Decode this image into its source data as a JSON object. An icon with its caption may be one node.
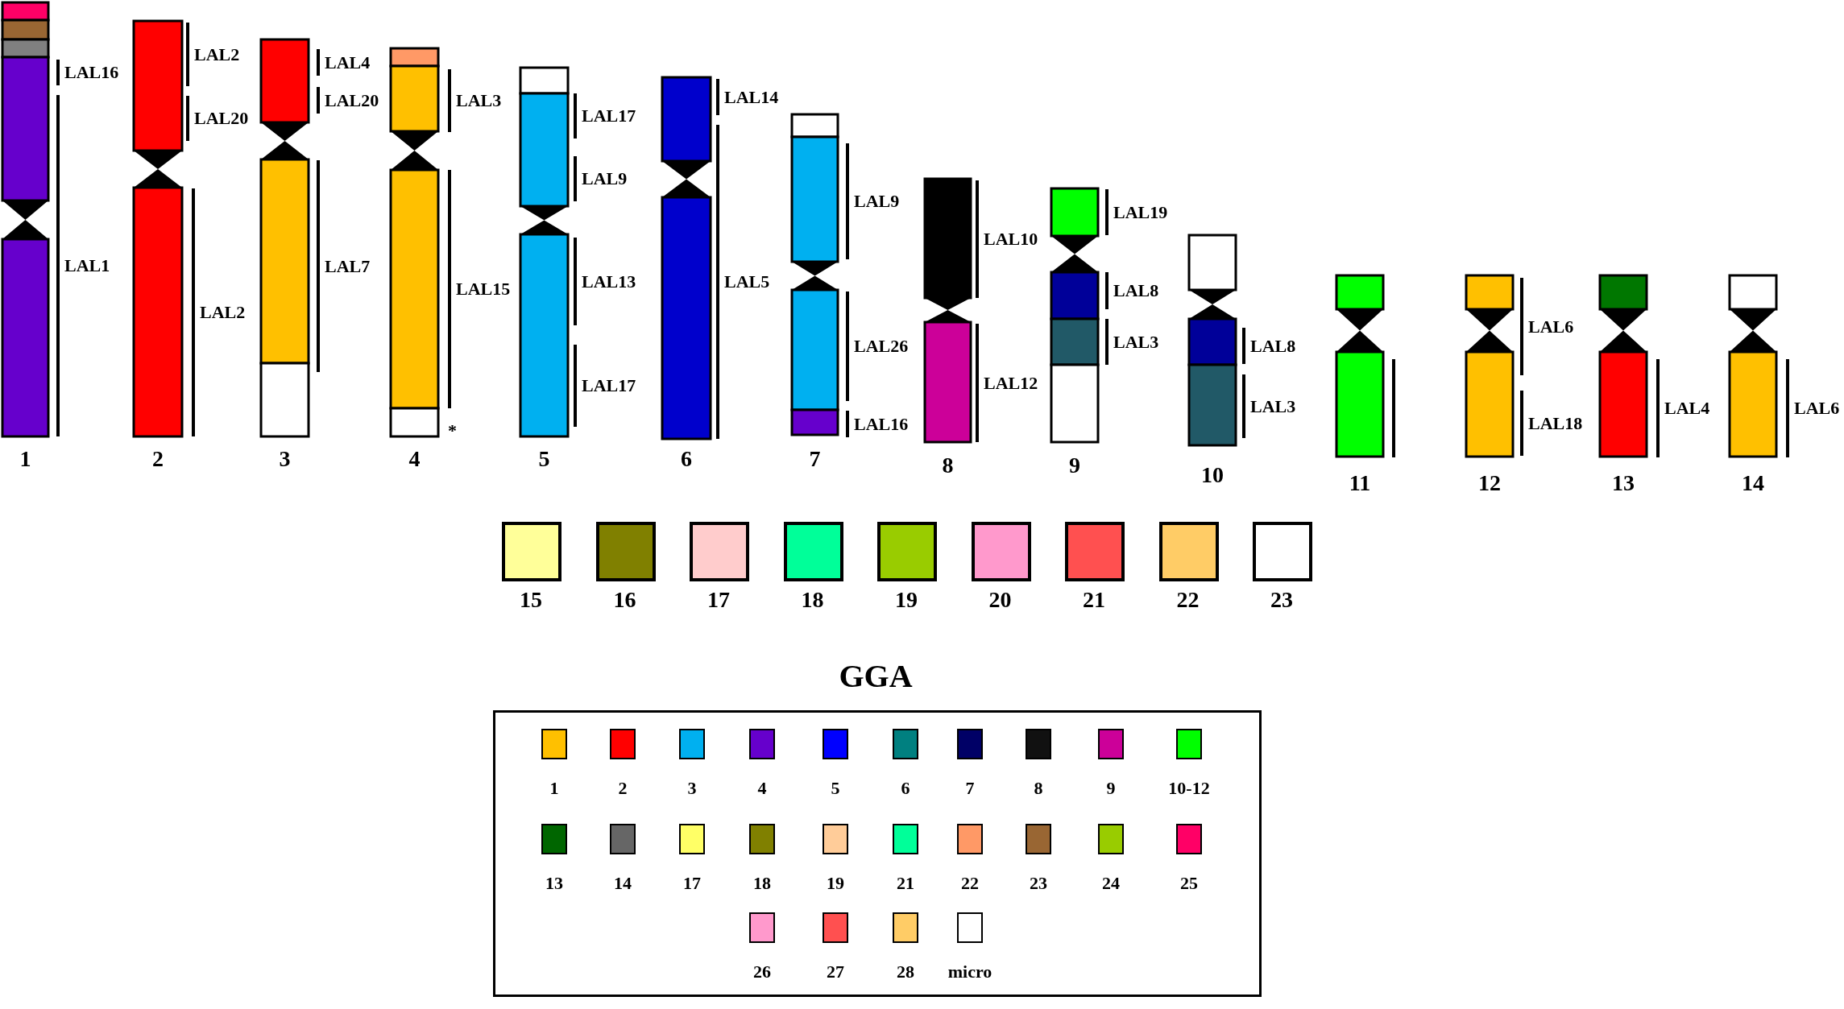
{
  "diagram": {
    "title": "GGA",
    "nodes": [
      {
        "text": [
          "1"
        ],
        "beside": [
          "LAL16",
          "LAL1"
        ]
      },
      {
        "text": [
          "2"
        ],
        "beside": [
          "LAL2",
          "LAL20",
          "LAL2"
        ]
      },
      {
        "text": [
          "3"
        ],
        "beside": [
          "LAL4",
          "LAL20",
          "LAL7"
        ]
      },
      {
        "text": [
          "4"
        ],
        "beside": [
          "LAL3",
          "LAL15",
          "*"
        ]
      },
      {
        "text": [
          "5"
        ],
        "beside": [
          "LAL17",
          "LAL9",
          "LAL13",
          "LAL17"
        ]
      },
      {
        "text": [
          "6"
        ],
        "beside": [
          "LAL14",
          "LAL5"
        ]
      },
      {
        "text": [
          "7"
        ],
        "beside": [
          "LAL9",
          "LAL26",
          "LAL16"
        ]
      },
      {
        "text": [
          "8"
        ],
        "beside": [
          "LAL10",
          "LAL12"
        ]
      },
      {
        "text": [
          "9"
        ],
        "beside": [
          "LAL19",
          "LAL8",
          "LAL3"
        ]
      },
      {
        "text": [
          "10"
        ],
        "beside": [
          "LAL8",
          "LAL3"
        ]
      },
      {
        "text": [
          "11"
        ]
      },
      {
        "text": [
          "12"
        ],
        "beside": [
          "LAL6",
          "LAL18"
        ]
      },
      {
        "text": [
          "13"
        ],
        "beside": [
          "LAL4"
        ]
      },
      {
        "text": [
          "14"
        ],
        "beside": [
          "LAL6"
        ]
      },
      {
        "text": [
          "15"
        ]
      },
      {
        "text": [
          "16"
        ]
      },
      {
        "text": [
          "17"
        ]
      },
      {
        "text": [
          "18"
        ]
      },
      {
        "text": [
          "19"
        ]
      },
      {
        "text": [
          "20"
        ]
      },
      {
        "text": [
          "21"
        ]
      },
      {
        "text": [
          "22"
        ]
      },
      {
        "text": [
          "23"
        ]
      }
    ],
    "legend": [
      {
        "text": "1",
        "color": "#ffc000"
      },
      {
        "text": "2",
        "color": "#ff0000"
      },
      {
        "text": "3",
        "color": "#00b0f0"
      },
      {
        "text": "4",
        "color": "#6600cc"
      },
      {
        "text": "5",
        "color": "#0000ff"
      },
      {
        "text": "6",
        "color": "#008080"
      },
      {
        "text": "7",
        "color": "#000066"
      },
      {
        "text": "8",
        "color": "#111111"
      },
      {
        "text": "9",
        "color": "#cc0099"
      },
      {
        "text": "10-12",
        "color": "#00ff00"
      },
      {
        "text": "13",
        "color": "#006600"
      },
      {
        "text": "14",
        "color": "#666666"
      },
      {
        "text": "17",
        "color": "#ffff66"
      },
      {
        "text": "18",
        "color": "#808000"
      },
      {
        "text": "19",
        "color": "#ffcc99"
      },
      {
        "text": "21",
        "color": "#00ff99"
      },
      {
        "text": "22",
        "color": "#ff9966"
      },
      {
        "text": "23",
        "color": "#996633"
      },
      {
        "text": "24",
        "color": "#99cc00"
      },
      {
        "text": "25",
        "color": "#ff0066"
      },
      {
        "text": "26",
        "color": "#ff99cc"
      },
      {
        "text": "27",
        "color": "#ff5050"
      },
      {
        "text": "28",
        "color": "#ffcc66"
      },
      {
        "text": "micro",
        "color": "#ffffff"
      }
    ]
  }
}
